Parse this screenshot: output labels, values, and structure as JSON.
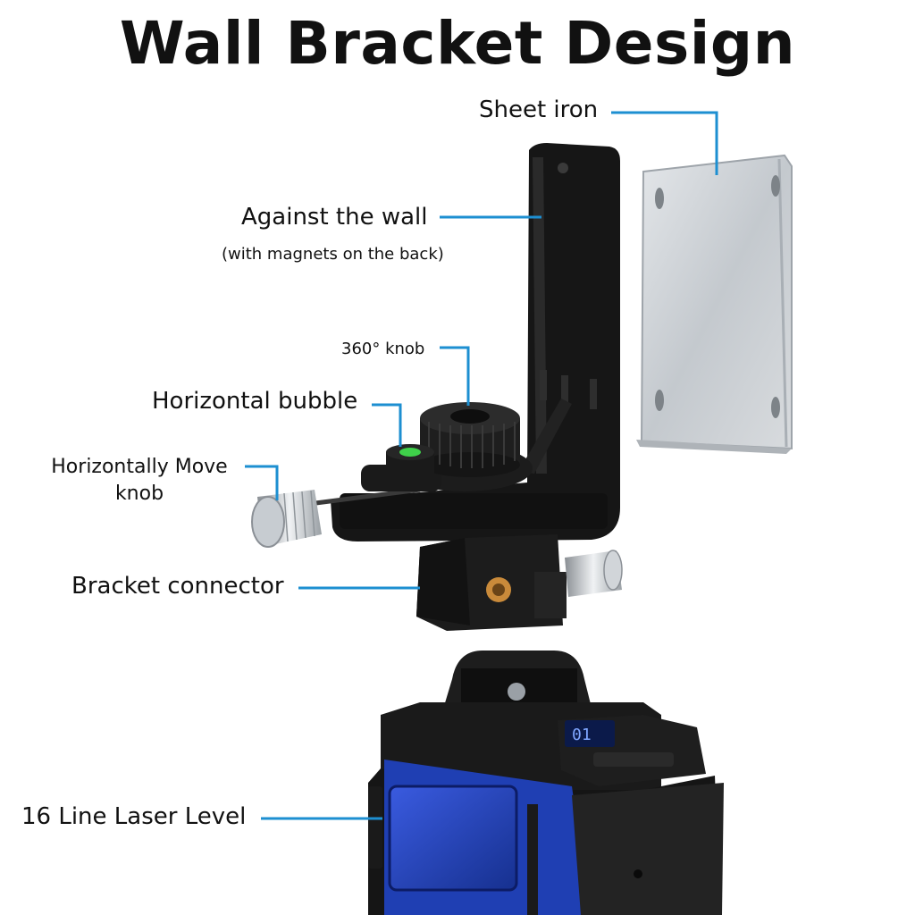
{
  "title": "Wall Bracket Design",
  "labels": {
    "sheet_iron": "Sheet iron",
    "against_wall": "Against the wall",
    "against_wall_note": "(with magnets on the back)",
    "knob_360": "360° knob",
    "horizontal_bubble": "Horizontal bubble",
    "horizontally_move_line1": "Horizontally Move",
    "horizontally_move_line2": "knob",
    "bracket_connector": "Bracket connector",
    "laser_level": "16 Line Laser Level"
  },
  "colors": {
    "leader_line": "#1d8fd1",
    "bracket_black": "#141414",
    "sheet_metal": "#c9ced3",
    "laser_blue": "#1f3fb3",
    "bubble_green": "#3fd14a"
  }
}
